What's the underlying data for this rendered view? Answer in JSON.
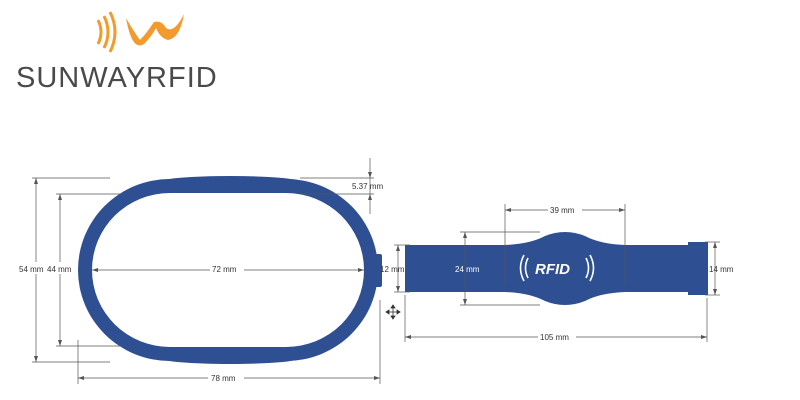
{
  "logo": {
    "brand": "SUNWAYRFID",
    "icon": "sunway-wave-logo",
    "colors": {
      "primary": "#f39a2c",
      "text": "#4a4a4a"
    }
  },
  "wristband": {
    "color": "#2f4f93",
    "chip_label": "RFID",
    "icon": "rfid-waves"
  },
  "dimensions": {
    "outer_height": "54 mm",
    "inner_height": "44 mm",
    "inner_width": "72 mm",
    "outer_width": "78 mm",
    "thickness": "5.37 mm",
    "clasp_width": "12 mm",
    "head_width": "39 mm",
    "head_height": "24 mm",
    "strap_width": "14 mm",
    "total_length": "105 mm"
  },
  "cursor_icon": "move-cursor-icon"
}
